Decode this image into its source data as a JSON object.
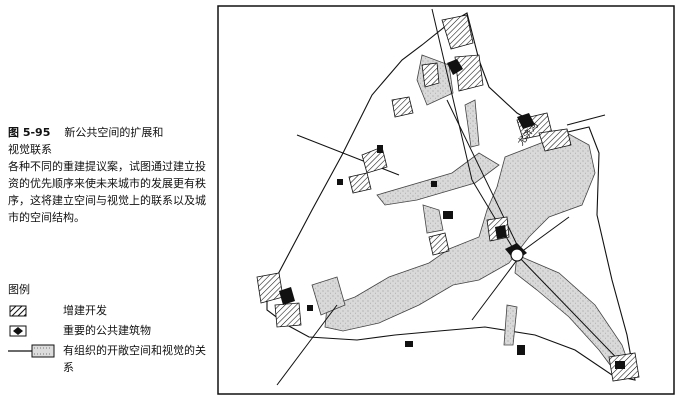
{
  "caption": {
    "figure_number": "图 5-95",
    "title_line1": "新公共空间的扩展和",
    "title_line2": "视觉联系",
    "description": "各种不同的重建提议案，试图通过建立投资的优先顺序来使未来城市的发展更有秩序，这将建立空间与视觉上的联系以及城市的空间结构。"
  },
  "legend": {
    "heading": "图例",
    "items": [
      {
        "label": "增建开发",
        "icon": "hatched-block-icon"
      },
      {
        "label": "重要的公共建筑物",
        "icon": "public-building-icon"
      },
      {
        "label": "有组织的开敞空间和视觉的关系",
        "icon": "open-space-axis-icon"
      }
    ]
  },
  "map": {
    "river_label": "尤济河",
    "colors": {
      "stipple": "#d9d9d9",
      "ink": "#1a1a1a",
      "paper": "#ffffff"
    }
  }
}
